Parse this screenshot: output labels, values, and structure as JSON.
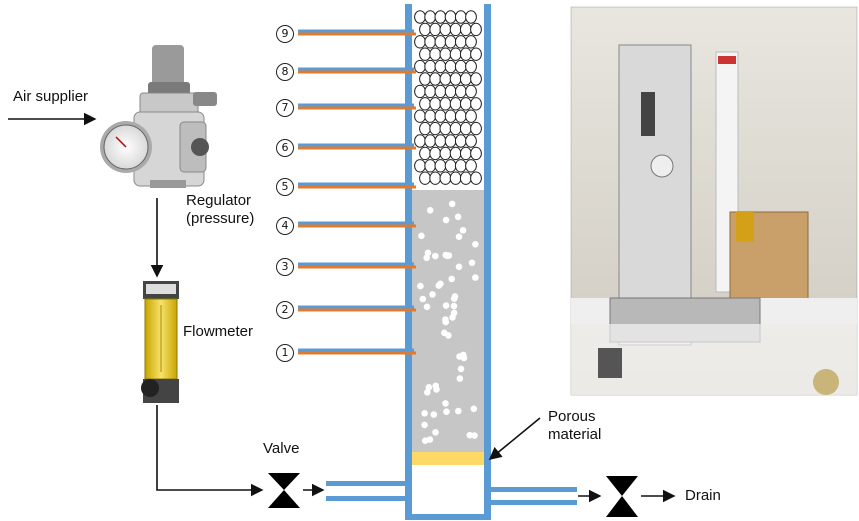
{
  "labels": {
    "air_supplier": "Air supplier",
    "regulator": "Regulator\n(pressure)",
    "flowmeter": "Flowmeter",
    "valve": "Valve",
    "porous": "Porous\nmaterial",
    "drain": "Drain"
  },
  "ports": [
    "1",
    "2",
    "3",
    "4",
    "5",
    "6",
    "7",
    "8",
    "9"
  ],
  "colors": {
    "column_wall": "#5b9bd5",
    "probe": "#e07b2e",
    "bed": "#c8c8c8",
    "porous": "#ffd966",
    "line": "#111111"
  }
}
